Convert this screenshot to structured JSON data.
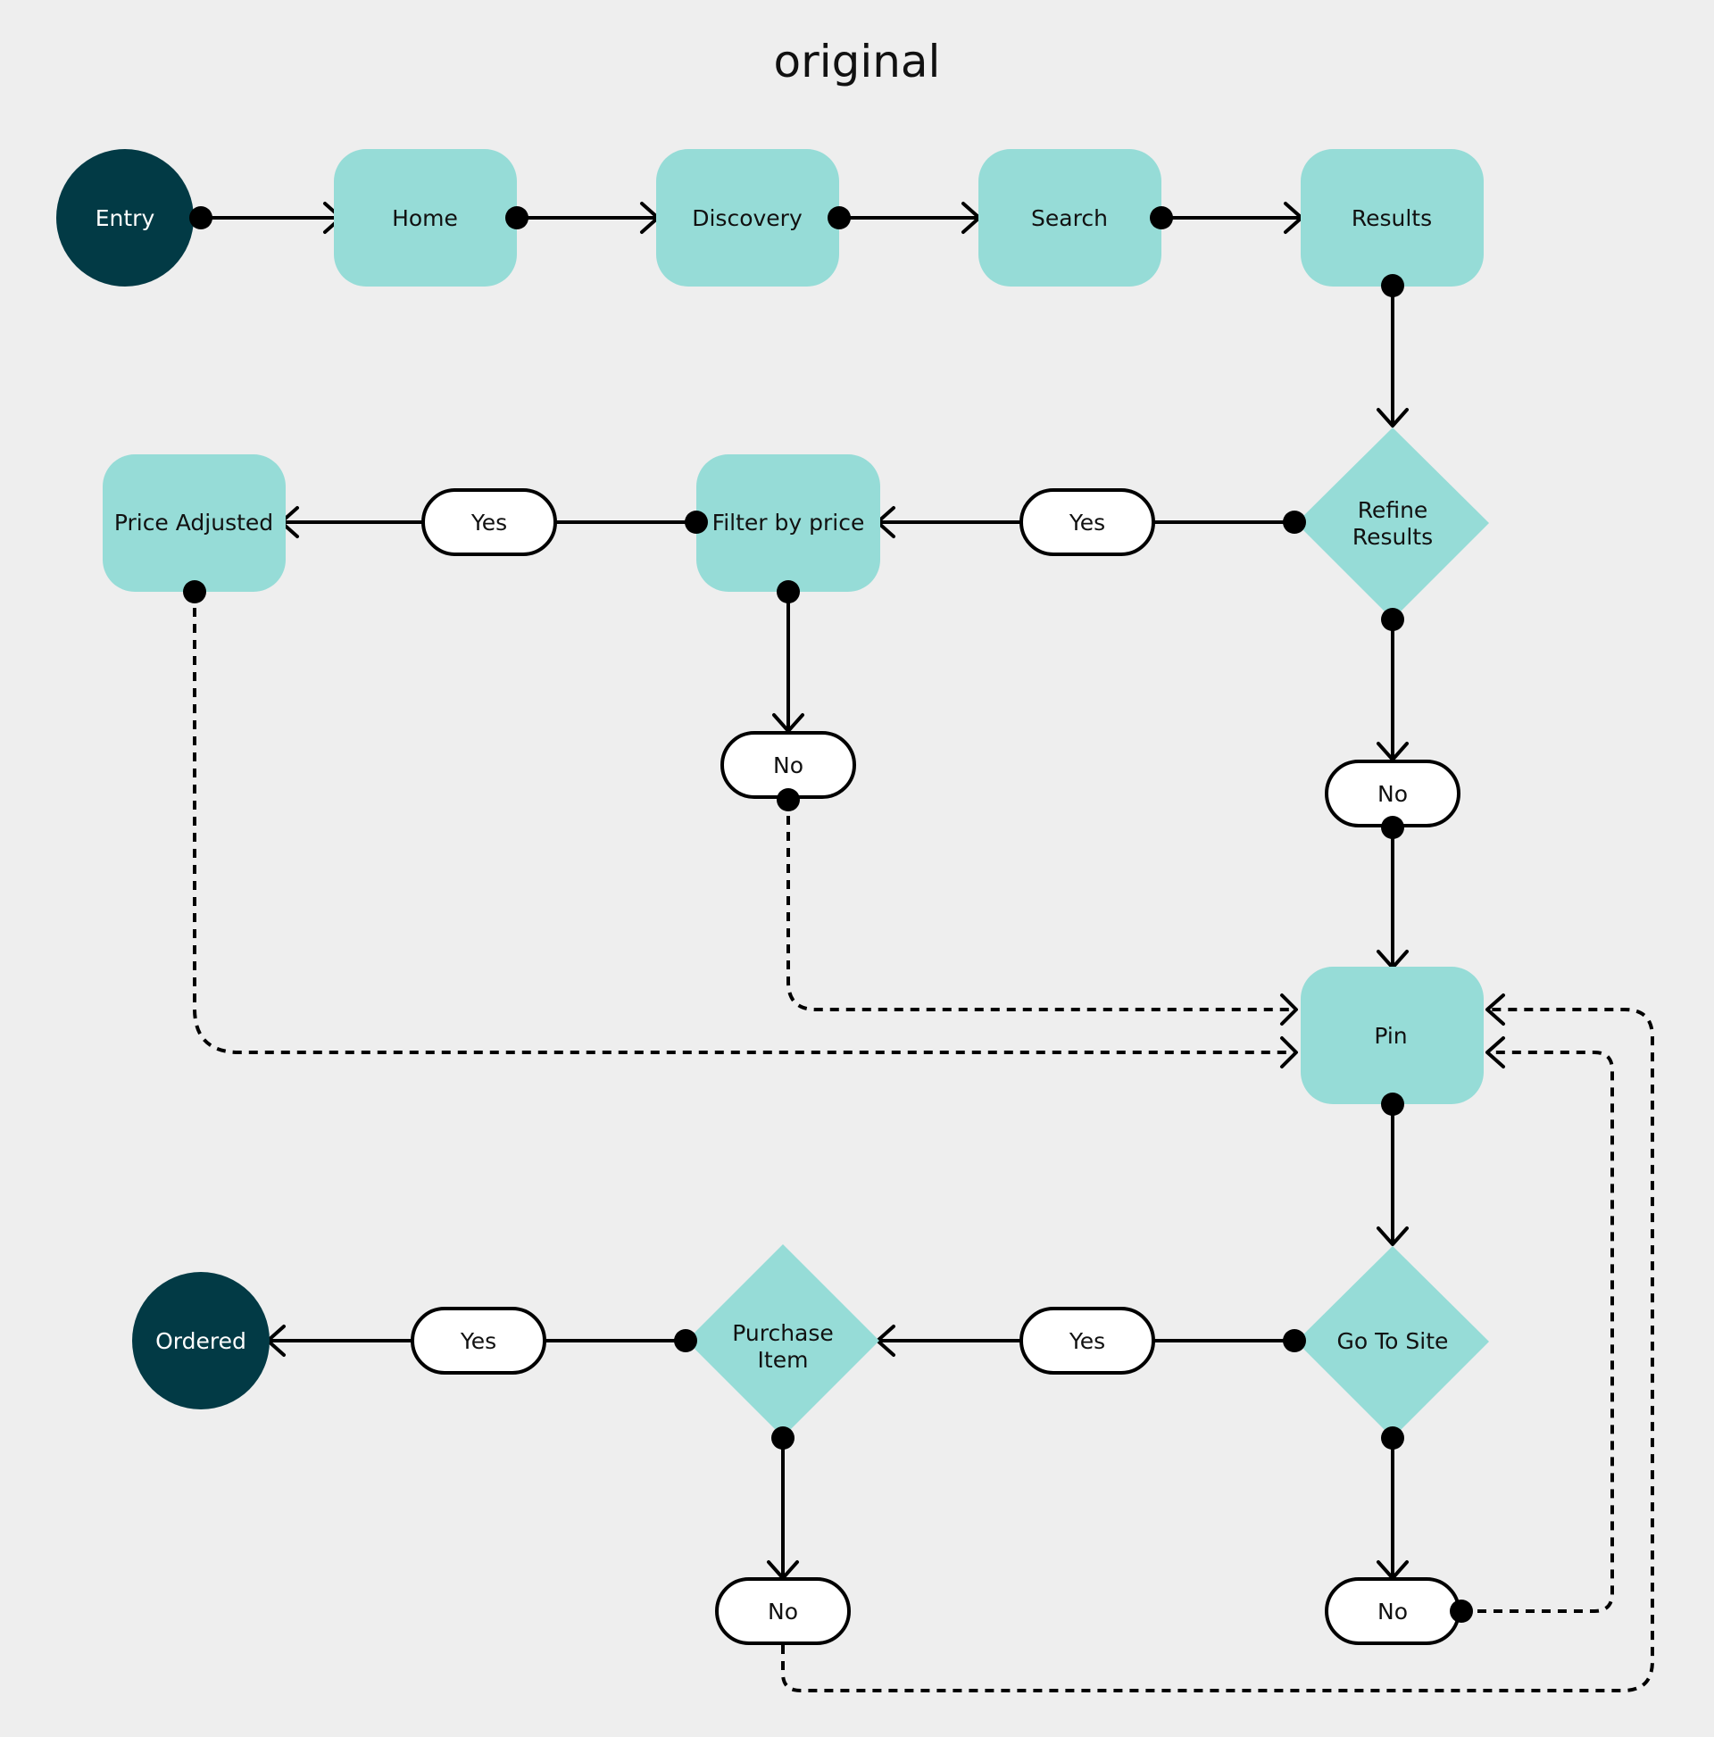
{
  "title": "original",
  "colors": {
    "background": "#eeeeee",
    "process_fill": "#96dcd7",
    "terminal_fill": "#023a45",
    "line": "#000000",
    "pill_fill": "#ffffff"
  },
  "nodes": {
    "entry": "Entry",
    "home": "Home",
    "discovery": "Discovery",
    "search": "Search",
    "results": "Results",
    "refine_results": [
      "Refine",
      "Results"
    ],
    "filter_by_price": "Filter by price",
    "price_adjusted": "Price Adjusted",
    "refine_yes": "Yes",
    "filter_yes": "Yes",
    "filter_no": "No",
    "refine_no": "No",
    "pin": "Pin",
    "go_to_site": "Go To Site",
    "site_yes": "Yes",
    "purchase_item": [
      "Purchase",
      "Item"
    ],
    "purchase_yes": "Yes",
    "ordered": "Ordered",
    "purchase_no": "No",
    "site_no": "No"
  }
}
